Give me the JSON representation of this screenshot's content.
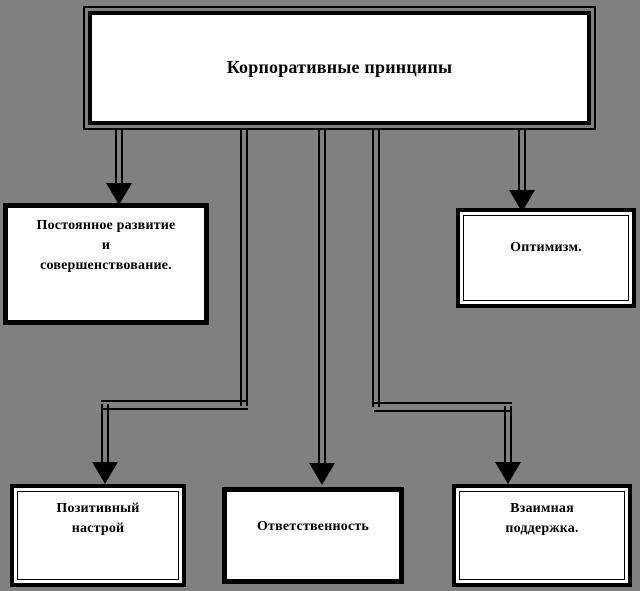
{
  "diagram": {
    "title_text": "Корпоративные принципы",
    "background_color": "#808080",
    "line_color": "#000000",
    "box_fill": "#ffffff",
    "root": {
      "label": "Корпоративные принципы"
    },
    "nodes": [
      {
        "id": "razvitie",
        "label": "Постоянное развитие\nи\nсовершенствование."
      },
      {
        "id": "optimizm",
        "label": "Оптимизм."
      },
      {
        "id": "pozitiv",
        "label": "Позитивный\nнастрой"
      },
      {
        "id": "otvetstvennost",
        "label": "Ответственность"
      },
      {
        "id": "podderzhka",
        "label": "Взаимная\nподдержка."
      }
    ]
  }
}
